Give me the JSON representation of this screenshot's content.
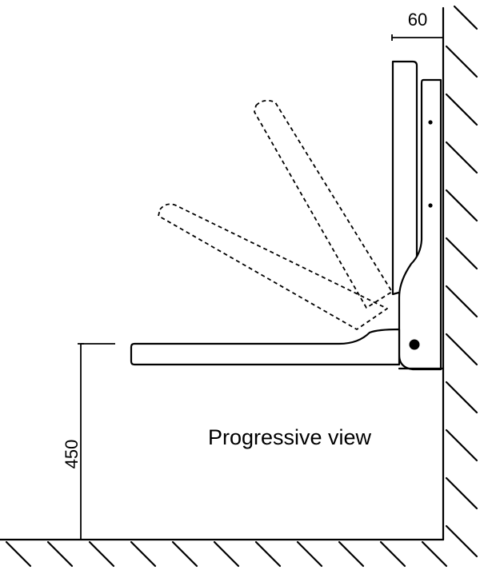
{
  "labels": {
    "view_caption": "Progressive view",
    "depth_dimension": "60",
    "height_dimension": "450"
  }
}
